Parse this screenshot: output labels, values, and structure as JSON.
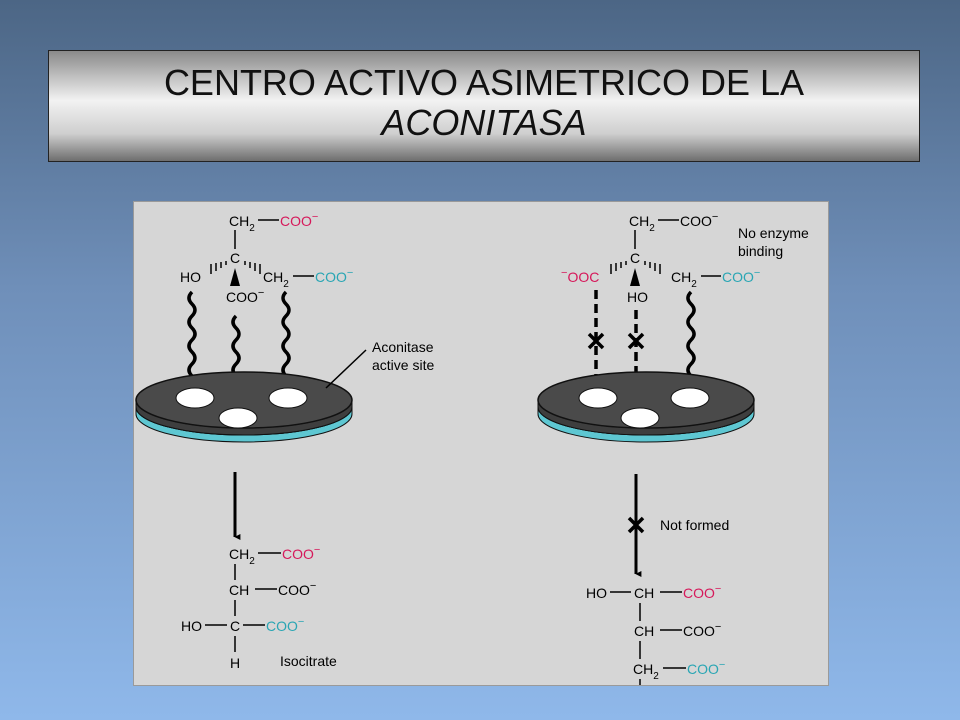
{
  "title": {
    "line1": "CENTRO ACTIVO ASIMETRICO DE LA",
    "line2": "ACONITASA"
  },
  "colors": {
    "magenta": "#d6185a",
    "cyan": "#2aa6b4",
    "disc_top": "#4a4a4a",
    "disc_edge": "#5ec7d2",
    "figure_bg": "#d6d6d6"
  },
  "groups": {
    "ch2": "CH",
    "ch": "CH",
    "c": "C",
    "coo": "COO",
    "ooc": "OOC",
    "ho": "HO",
    "h": "H",
    "sub2": "2",
    "minus": "−"
  },
  "labels": {
    "active_site_1": "Aconitase",
    "active_site_2": "active site",
    "no_binding_1": "No enzyme",
    "no_binding_2": "binding",
    "not_formed": "Not formed",
    "isocitrate": "Isocitrate"
  }
}
